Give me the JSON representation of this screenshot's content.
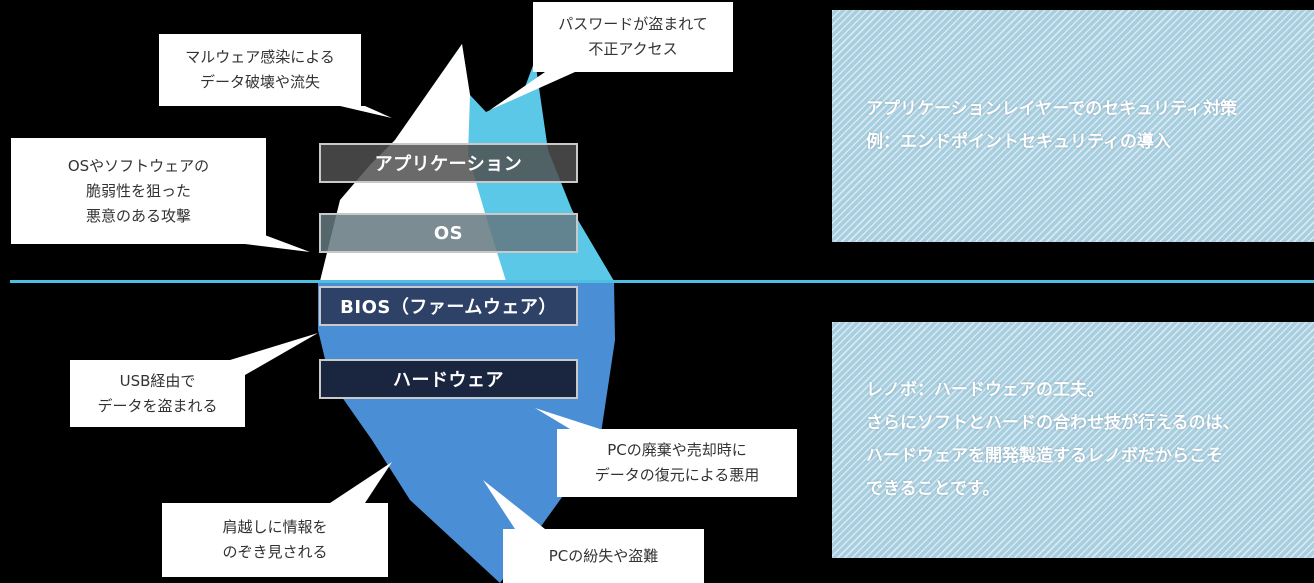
{
  "layers": {
    "application": "アプリケーション",
    "os": "OS",
    "bios": "BIOS（ファームウェア）",
    "hardware": "ハードウェア"
  },
  "threats": {
    "malware": "マルウェア感染による\nデータ破壊や流失",
    "password": "パスワードが盗まれて\n不正アクセス",
    "vulnerability": "OSやソフトウェアの\n脆弱性を狙った\n悪意のある攻撃",
    "usb": "USB経由で\nデータを盗まれる",
    "disposal": "PCの廃棄や売却時に\nデータの復元による悪用",
    "shoulder": "肩越しに情報を\nのぞき見される",
    "theft": "PCの紛失や盗難"
  },
  "panels": {
    "top_line1": "アプリケーションレイヤーでのセキュリティ対策",
    "top_line2": "例：エンドポイントセキュリティの導入",
    "bottom_line1": "レノボ：ハードウェアの工夫。",
    "bottom_line2": "さらにソフトとハードの合わせ技が行えるのは、",
    "bottom_line3": "ハードウェアを開発製造するレノボだからこそ",
    "bottom_line4": "できることです。"
  },
  "colors": {
    "background": "#000000",
    "ice_above_light": "#ffffff",
    "ice_above_blue": "#5bc8e8",
    "ice_below": "#4a8fd6",
    "water_line": "#4dbfe0",
    "panel": "#a8cfe0"
  }
}
